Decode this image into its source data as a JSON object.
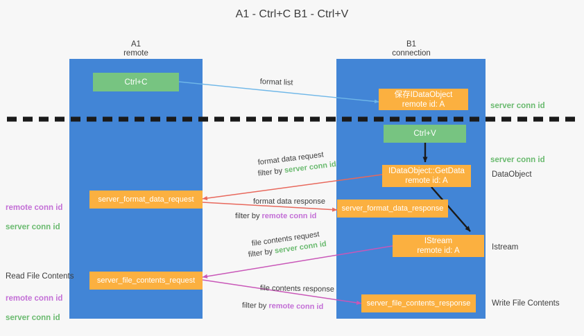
{
  "title": "A1 - Ctrl+C\nB1 - Ctrl+V",
  "columns": [
    {
      "name": "A1\nremote"
    },
    {
      "name": "B1\nconnection"
    }
  ],
  "nodes": {
    "ctrl_c": "Ctrl+C",
    "save_idataobject": "保存IDataObject\nremote id: A",
    "ctrl_v": "Ctrl+V",
    "getdata": "IDataObject::GetData\nremote id: A",
    "istream": "IStream\nremote id: A",
    "server_format_data_request": "server_format_data_request",
    "server_format_data_response": "server_format_data_response",
    "server_file_contents_request": "server_file_contents_request",
    "server_file_contents_response": "server_file_contents_response"
  },
  "right_labels": {
    "server_conn_id_1": "server conn id",
    "server_conn_id_2": "server conn id",
    "dataobject": "DataObject",
    "istream": "Istream",
    "write_file_contents": "Write File Contents"
  },
  "left_labels": {
    "conn_ids_1_remote": "remote conn id",
    "conn_ids_1_server": "server conn id",
    "read_file_contents": "Read File Contents",
    "conn_ids_2_remote": "remote conn id",
    "conn_ids_2_server": "server conn id"
  },
  "edges": {
    "format_list": "format list",
    "format_data_request": "format data request",
    "format_data_request_filter_pre": "filter by ",
    "format_data_request_filter_key": "server conn id",
    "format_data_response": "format data response",
    "format_data_response_filter_pre": "filter by ",
    "format_data_response_filter_key": "remote conn id",
    "file_contents_request": "file contents request",
    "file_contents_request_filter_pre": "filter by ",
    "file_contents_request_filter_key": "server conn id",
    "file_contents_response": "file contents response",
    "file_contents_response_filter_pre": "filter by ",
    "file_contents_response_filter_key": "remote conn id"
  },
  "colors": {
    "lane": "#4285d6",
    "green_node": "#77c481",
    "orange_node": "#fbb040",
    "server_conn_id": "#6aba6f",
    "remote_conn_id": "#c36fd6",
    "arrow_blue": "#6fb7e8",
    "arrow_red": "#e8685c",
    "arrow_magenta": "#c957b8",
    "arrow_black": "#1a1a1a",
    "background": "#f7f7f7"
  }
}
